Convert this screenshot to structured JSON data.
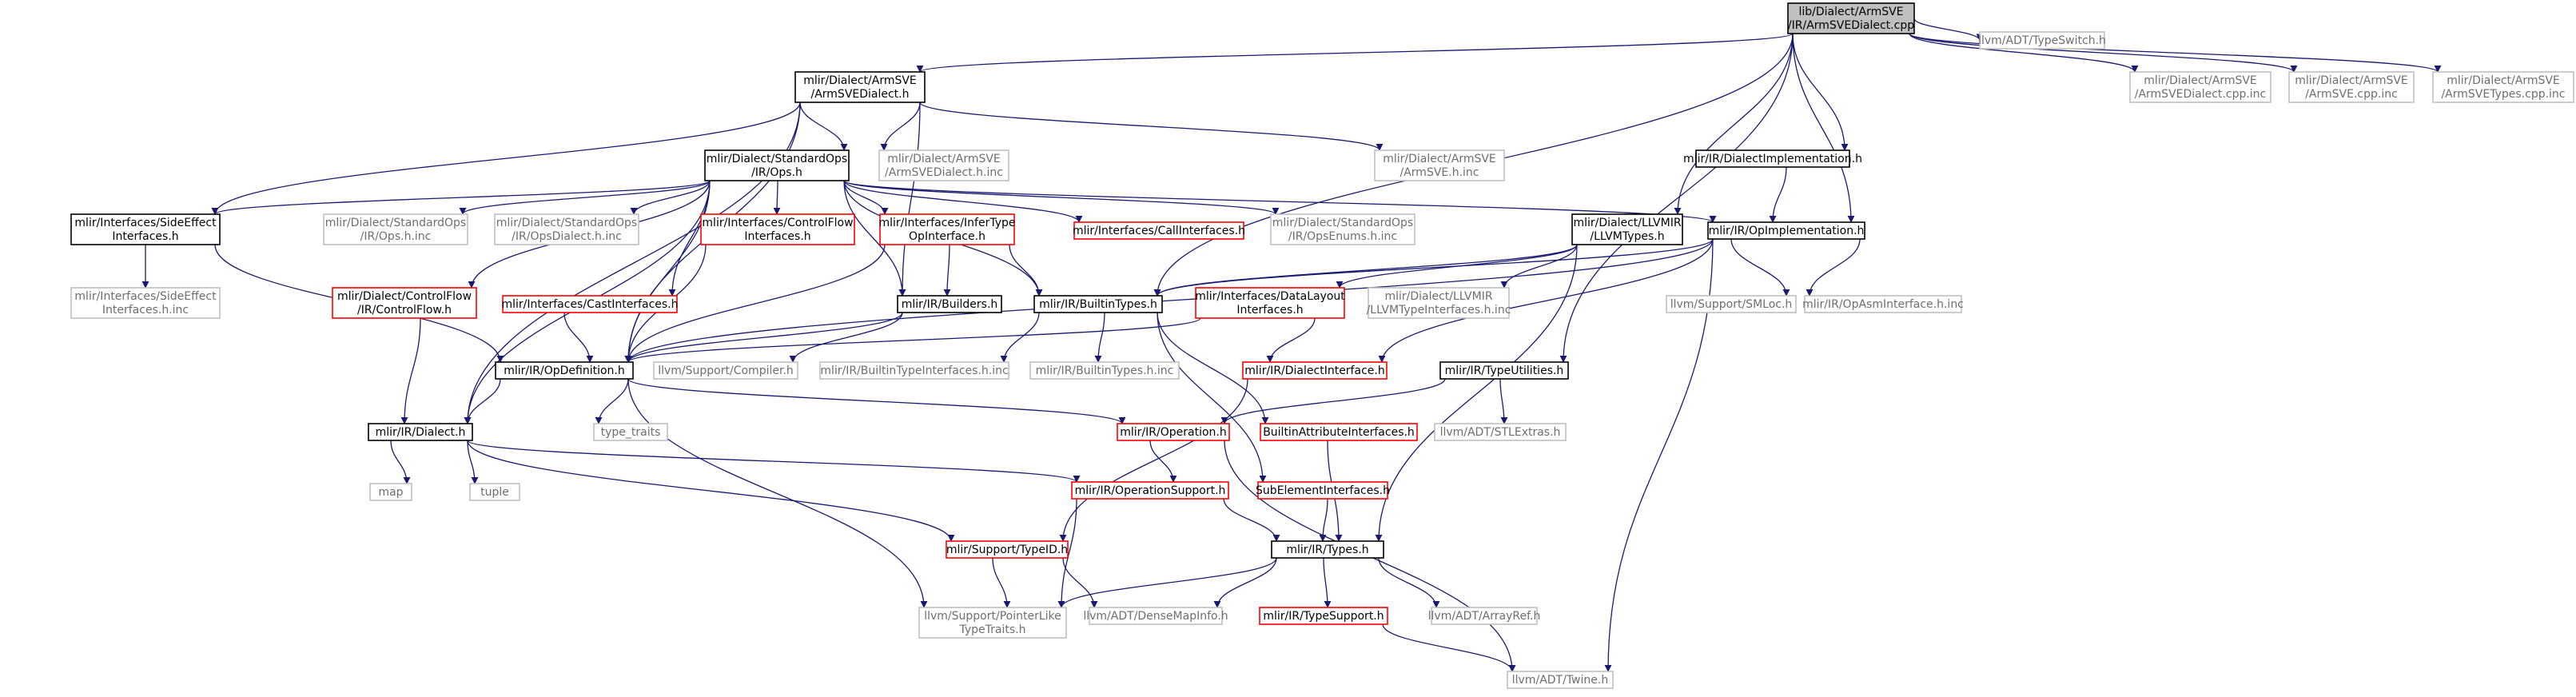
{
  "colors": {
    "edge": "#191970",
    "border_normal": "#000000",
    "border_incomplete": "#bfbfbf",
    "border_truncated": "#ff0000",
    "fill_root": "#bfbfbf",
    "fill_default": "#ffffff",
    "text_normal": "#000000",
    "text_incomplete": "#6e6e6e"
  },
  "nodes": [
    {
      "id": "root",
      "style": "root",
      "lines": [
        "lib/Dialect/ArmSVE",
        "/IR/ArmSVEDialect.cpp"
      ]
    },
    {
      "id": "armsvedialect_h",
      "style": "normal",
      "lines": [
        "mlir/Dialect/ArmSVE",
        "/ArmSVEDialect.h"
      ]
    },
    {
      "id": "typeswitch",
      "style": "incomplete",
      "lines": [
        "llvm/ADT/TypeSwitch.h"
      ]
    },
    {
      "id": "armsvedialect_cpp_inc",
      "style": "incomplete",
      "lines": [
        "mlir/Dialect/ArmSVE",
        "/ArmSVEDialect.cpp.inc"
      ]
    },
    {
      "id": "armsve_cpp_inc",
      "style": "incomplete",
      "lines": [
        "mlir/Dialect/ArmSVE",
        "/ArmSVE.cpp.inc"
      ]
    },
    {
      "id": "armsvetypes_cpp_inc",
      "style": "incomplete",
      "lines": [
        "mlir/Dialect/ArmSVE",
        "/ArmSVETypes.cpp.inc"
      ]
    },
    {
      "id": "stdops",
      "style": "normal",
      "lines": [
        "mlir/Dialect/StandardOps",
        "/IR/Ops.h"
      ]
    },
    {
      "id": "armsvedialect_h_inc",
      "style": "incomplete",
      "lines": [
        "mlir/Dialect/ArmSVE",
        "/ArmSVEDialect.h.inc"
      ]
    },
    {
      "id": "armsve_h_inc",
      "style": "incomplete",
      "lines": [
        "mlir/Dialect/ArmSVE",
        "/ArmSVE.h.inc"
      ]
    },
    {
      "id": "dialectimpl",
      "style": "normal",
      "lines": [
        "mlir/IR/DialectImplementation.h"
      ]
    },
    {
      "id": "sideeffect",
      "style": "normal",
      "lines": [
        "mlir/Interfaces/SideEffect",
        "Interfaces.h"
      ]
    },
    {
      "id": "ops_h_inc",
      "style": "incomplete",
      "lines": [
        "mlir/Dialect/StandardOps",
        "/IR/Ops.h.inc"
      ]
    },
    {
      "id": "opsdialect_h_inc",
      "style": "incomplete",
      "lines": [
        "mlir/Dialect/StandardOps",
        "/IR/OpsDialect.h.inc"
      ]
    },
    {
      "id": "controlflow_ifaces",
      "style": "truncated",
      "lines": [
        "mlir/Interfaces/ControlFlow",
        "Interfaces.h"
      ]
    },
    {
      "id": "infertype",
      "style": "truncated",
      "lines": [
        "mlir/Interfaces/InferType",
        "OpInterface.h"
      ]
    },
    {
      "id": "callifaces",
      "style": "truncated",
      "lines": [
        "mlir/Interfaces/CallInterfaces.h"
      ]
    },
    {
      "id": "opsenums",
      "style": "incomplete",
      "lines": [
        "mlir/Dialect/StandardOps",
        "/IR/OpsEnums.h.inc"
      ]
    },
    {
      "id": "llvmtypes",
      "style": "normal",
      "lines": [
        "mlir/Dialect/LLVMIR",
        "/LLVMTypes.h"
      ]
    },
    {
      "id": "opimpl",
      "style": "normal",
      "lines": [
        "mlir/IR/OpImplementation.h"
      ]
    },
    {
      "id": "sideeffect_inc",
      "style": "incomplete",
      "lines": [
        "mlir/Interfaces/SideEffect",
        "Interfaces.h.inc"
      ]
    },
    {
      "id": "cf_controlflow",
      "style": "truncated",
      "lines": [
        "mlir/Dialect/ControlFlow",
        "/IR/ControlFlow.h"
      ]
    },
    {
      "id": "castifaces",
      "style": "truncated",
      "lines": [
        "mlir/Interfaces/CastInterfaces.h"
      ]
    },
    {
      "id": "builders",
      "style": "normal",
      "lines": [
        "mlir/IR/Builders.h"
      ]
    },
    {
      "id": "builtintypes",
      "style": "normal",
      "lines": [
        "mlir/IR/BuiltinTypes.h"
      ]
    },
    {
      "id": "datalayout",
      "style": "truncated",
      "lines": [
        "mlir/Interfaces/DataLayout",
        "Interfaces.h"
      ]
    },
    {
      "id": "llvmtypeifaces",
      "style": "incomplete",
      "lines": [
        "mlir/Dialect/LLVMIR",
        "/LLVMTypeInterfaces.h.inc"
      ]
    },
    {
      "id": "smloc",
      "style": "incomplete",
      "lines": [
        "llvm/Support/SMLoc.h"
      ]
    },
    {
      "id": "opasmiface",
      "style": "incomplete",
      "lines": [
        "mlir/IR/OpAsmInterface.h.inc"
      ]
    },
    {
      "id": "opdefinition",
      "style": "normal",
      "lines": [
        "mlir/IR/OpDefinition.h"
      ]
    },
    {
      "id": "compiler",
      "style": "incomplete",
      "lines": [
        "llvm/Support/Compiler.h"
      ]
    },
    {
      "id": "builtintypeifaces",
      "style": "incomplete",
      "lines": [
        "mlir/IR/BuiltinTypeInterfaces.h.inc"
      ]
    },
    {
      "id": "builtintypes_inc",
      "style": "incomplete",
      "lines": [
        "mlir/IR/BuiltinTypes.h.inc"
      ]
    },
    {
      "id": "dialectiface",
      "style": "truncated",
      "lines": [
        "mlir/IR/DialectInterface.h"
      ]
    },
    {
      "id": "typeutilities",
      "style": "normal",
      "lines": [
        "mlir/IR/TypeUtilities.h"
      ]
    },
    {
      "id": "dialect",
      "style": "normal",
      "lines": [
        "mlir/IR/Dialect.h"
      ]
    },
    {
      "id": "type_traits",
      "style": "incomplete",
      "lines": [
        "type_traits"
      ]
    },
    {
      "id": "operation",
      "style": "truncated",
      "lines": [
        "mlir/IR/Operation.h"
      ]
    },
    {
      "id": "builtinattrifaces",
      "style": "truncated",
      "lines": [
        "BuiltinAttributeInterfaces.h"
      ]
    },
    {
      "id": "stlextras",
      "style": "incomplete",
      "lines": [
        "llvm/ADT/STLExtras.h"
      ]
    },
    {
      "id": "map",
      "style": "incomplete",
      "lines": [
        "map"
      ]
    },
    {
      "id": "tuple",
      "style": "incomplete",
      "lines": [
        "tuple"
      ]
    },
    {
      "id": "opsupport",
      "style": "truncated",
      "lines": [
        "mlir/IR/OperationSupport.h"
      ]
    },
    {
      "id": "subelementifaces",
      "style": "truncated",
      "lines": [
        "SubElementInterfaces.h"
      ]
    },
    {
      "id": "typeid",
      "style": "truncated",
      "lines": [
        "mlir/Support/TypeID.h"
      ]
    },
    {
      "id": "types",
      "style": "normal",
      "lines": [
        "mlir/IR/Types.h"
      ]
    },
    {
      "id": "pointerlike",
      "style": "incomplete",
      "lines": [
        "llvm/Support/PointerLike",
        "TypeTraits.h"
      ]
    },
    {
      "id": "densemapinfo",
      "style": "incomplete",
      "lines": [
        "llvm/ADT/DenseMapInfo.h"
      ]
    },
    {
      "id": "typesupport",
      "style": "truncated",
      "lines": [
        "mlir/IR/TypeSupport.h"
      ]
    },
    {
      "id": "arrayref",
      "style": "incomplete",
      "lines": [
        "llvm/ADT/ArrayRef.h"
      ]
    },
    {
      "id": "twine",
      "style": "incomplete",
      "lines": [
        "llvm/ADT/Twine.h"
      ]
    }
  ]
}
